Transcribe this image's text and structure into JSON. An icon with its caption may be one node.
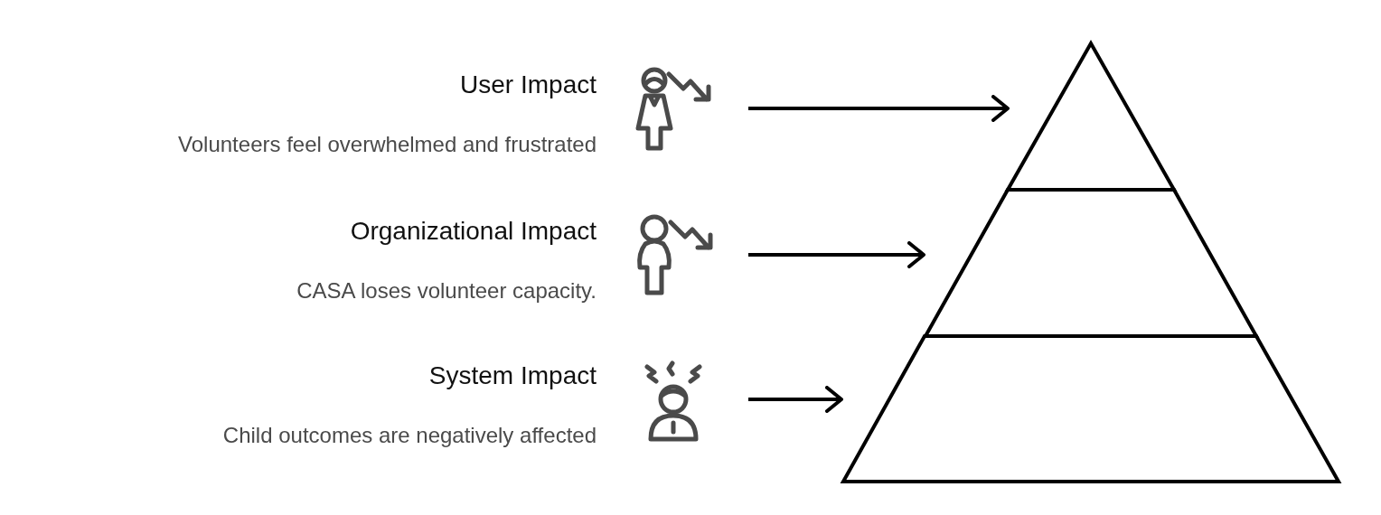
{
  "diagram": {
    "nodes": [
      {
        "text": [
          "User Impact",
          "Volunteers feel overwhelmed and frustrated"
        ]
      },
      {
        "text": [],
        "shape": "person"
      },
      {
        "text": [
          "Organizational Impact",
          "CASA loses volunteer capacity."
        ]
      },
      {
        "text": [],
        "shape": "person"
      },
      {
        "text": [
          "System Impact",
          "Child outcomes are negatively affected"
        ]
      },
      {
        "text": [],
        "shape": "person"
      },
      {
        "text": [],
        "shape": "triangle"
      },
      {
        "text": [],
        "shape": "trapezoid"
      },
      {
        "text": [],
        "shape": "trapezoid"
      }
    ],
    "edges": [
      {
        "from": null,
        "to": 6,
        "arrow": "to"
      },
      {
        "from": null,
        "to": 7,
        "arrow": "to"
      },
      {
        "from": null,
        "to": 8,
        "arrow": "to"
      }
    ]
  }
}
